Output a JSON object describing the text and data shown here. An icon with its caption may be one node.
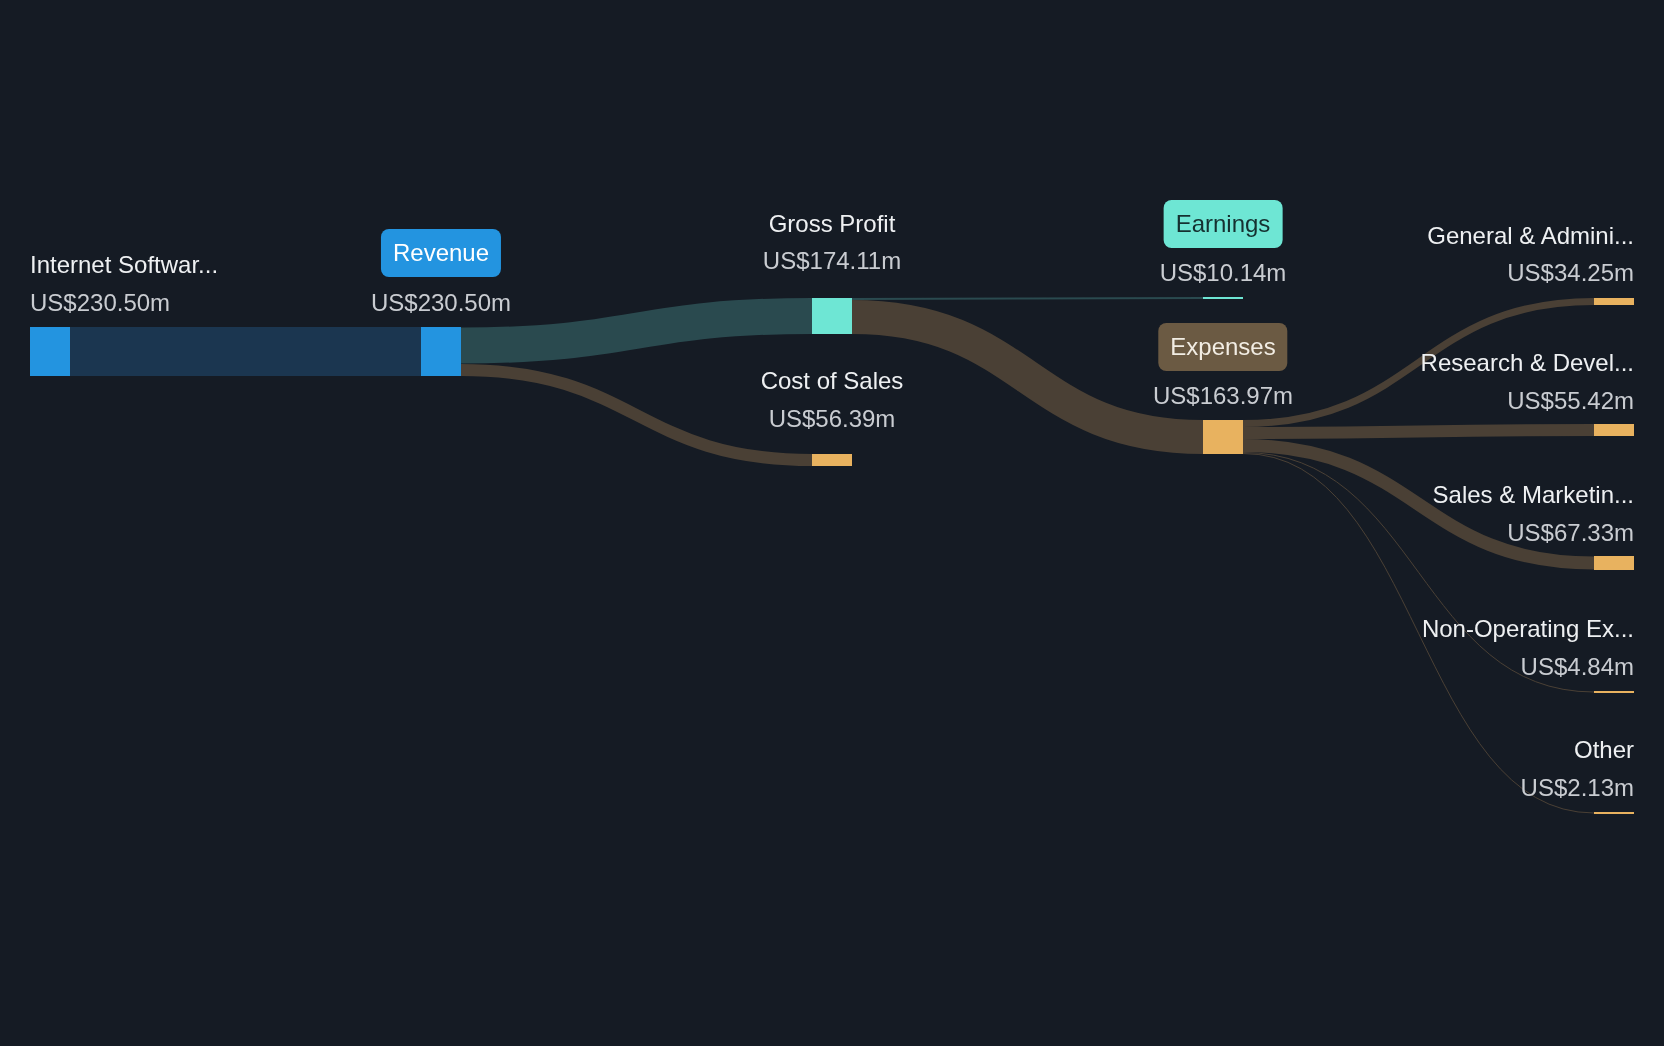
{
  "diagram": {
    "nodes": [
      {
        "text": [
          "Internet Softwar...",
          "US$230.50m"
        ]
      },
      {
        "text": [
          "Revenue",
          "US$230.50m"
        ]
      },
      {
        "text": [
          "Gross Profit",
          "US$174.11m"
        ]
      },
      {
        "text": [
          "Cost of Sales",
          "US$56.39m"
        ]
      },
      {
        "text": [
          "Earnings",
          "US$10.14m"
        ]
      },
      {
        "text": [
          "Expenses",
          "US$163.97m"
        ]
      },
      {
        "text": [
          "General & Admini...",
          "US$34.25m"
        ]
      },
      {
        "text": [
          "Research & Devel...",
          "US$55.42m"
        ]
      },
      {
        "text": [
          "Sales & Marketin...",
          "US$67.33m"
        ]
      },
      {
        "text": [
          "Non-Operating Ex...",
          "US$4.84m"
        ]
      },
      {
        "text": [
          "Other",
          "US$2.13m"
        ]
      }
    ],
    "edges": [
      {
        "from": 0,
        "to": 1,
        "arrow": "none",
        "style": "thick",
        "color": "#1b3650"
      },
      {
        "from": 1,
        "to": 2,
        "arrow": "none",
        "style": "thick",
        "color": "#2a4a4f"
      },
      {
        "from": 1,
        "to": 3,
        "arrow": "none"
      },
      {
        "from": 2,
        "to": 4,
        "arrow": "none",
        "color": "#2a4a4f"
      },
      {
        "from": 2,
        "to": 5,
        "arrow": "none",
        "style": "thick"
      },
      {
        "from": 5,
        "to": 6,
        "arrow": "none"
      },
      {
        "from": 5,
        "to": 7,
        "arrow": "none"
      },
      {
        "from": 5,
        "to": 8,
        "arrow": "none"
      },
      {
        "from": 5,
        "to": 9,
        "arrow": "none"
      },
      {
        "from": 5,
        "to": 10,
        "arrow": "none"
      }
    ]
  }
}
